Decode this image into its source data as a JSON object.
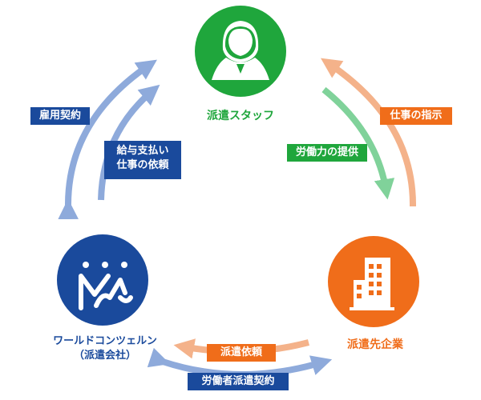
{
  "colors": {
    "staff_green": "#1fa63c",
    "company_orange": "#f06d1a",
    "world_blue": "#1a4a9c",
    "arrow_blue": "#8eaadb",
    "arrow_green": "#80d29a",
    "arrow_orange": "#f4b28a"
  },
  "nodes": {
    "staff": {
      "label": "派遣スタッフ",
      "icon": "person-icon"
    },
    "company": {
      "label": "派遣先企業",
      "icon": "building-icon"
    },
    "world": {
      "label_line1": "ワールドコンツェルン",
      "label_line2": "（派遣会社）",
      "icon": "world-logo-icon"
    }
  },
  "relations": {
    "employment": "雇用契約",
    "pay_line1": "給与支払い",
    "pay_line2": "仕事の依頼",
    "labor": "労働力の提供",
    "instructions": "仕事の指示",
    "dispatch_request": "派遣依頼",
    "dispatch_contract": "労働者派遣契約"
  }
}
